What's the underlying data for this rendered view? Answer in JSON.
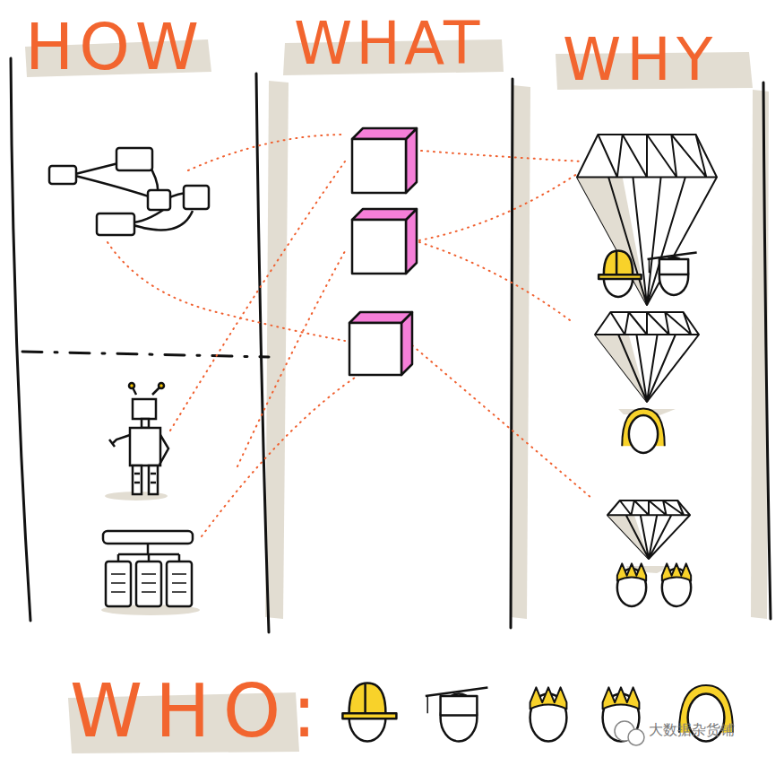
{
  "diagram": {
    "labels": [
      "HOW",
      "WHAT",
      "WHY",
      "WHO:",
      "大数据杂货铺"
    ]
  }
}
